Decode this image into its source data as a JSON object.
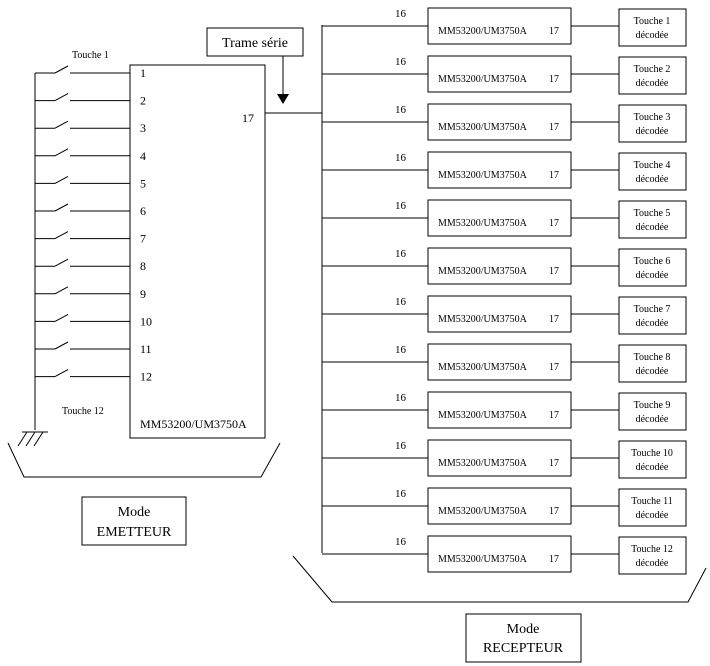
{
  "title": "",
  "emitter": {
    "touch_first_label": "Touche 1",
    "touch_last_label": "Touche 12",
    "chip_label": "MM53200/UM3750A",
    "pins": [
      "1",
      "2",
      "3",
      "4",
      "5",
      "6",
      "7",
      "8",
      "9",
      "10",
      "11",
      "12"
    ],
    "out_pin": "17",
    "mode_line1": "Mode",
    "mode_line2": "EMETTEUR"
  },
  "serial_label": "Trame série",
  "receiver": {
    "in_pin": "16",
    "out_pin": "17",
    "chip_label": "MM53200/UM3750A",
    "decoded_word": "décodée",
    "outputs": [
      "Touche 1",
      "Touche 2",
      "Touche 3",
      "Touche 4",
      "Touche 5",
      "Touche 6",
      "Touche 7",
      "Touche 8",
      "Touche 9",
      "Touche 10",
      "Touche 11",
      "Touche 12"
    ],
    "mode_line1": "Mode",
    "mode_line2": "RECEPTEUR"
  }
}
